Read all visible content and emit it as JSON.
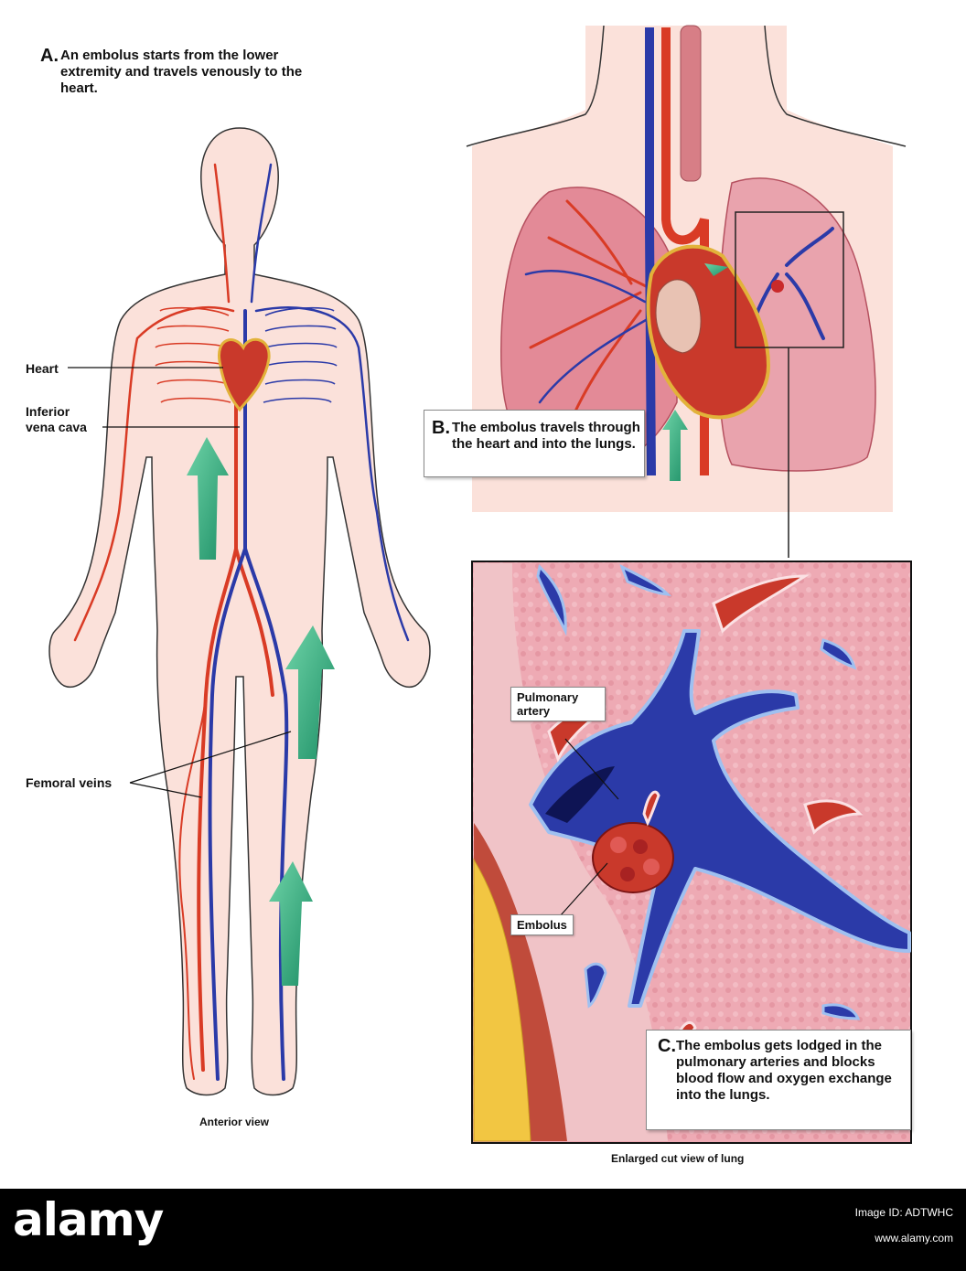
{
  "step_a": {
    "letter": "A.",
    "text": "An embolus starts from the lower extremity and travels venously to the heart."
  },
  "step_b": {
    "letter": "B.",
    "text": "The embolus travels through the heart and into the lungs."
  },
  "step_c": {
    "letter": "C.",
    "text": "The embolus gets lodged in the pulmonary arteries and blocks blood flow and oxygen exchange into the lungs."
  },
  "labels": {
    "heart": "Heart",
    "ivc_line1": "Inferior",
    "ivc_line2": "vena cava",
    "femoral_veins": "Femoral veins",
    "pulmonary_artery": "Pulmonary artery",
    "embolus": "Embolus"
  },
  "captions": {
    "anterior_view": "Anterior view",
    "lung_view": "Enlarged cut view of lung"
  },
  "footer": {
    "brand": "alamy",
    "image_id": "Image ID: ADTWHC",
    "site": "www.alamy.com"
  },
  "colors": {
    "skin": "#fbe1da",
    "artery": "#d93b25",
    "vein": "#2b3aa8",
    "arrow": "#2eaa7d",
    "lung_tissue": "#e9a3ad",
    "heart": "#c9392b"
  }
}
